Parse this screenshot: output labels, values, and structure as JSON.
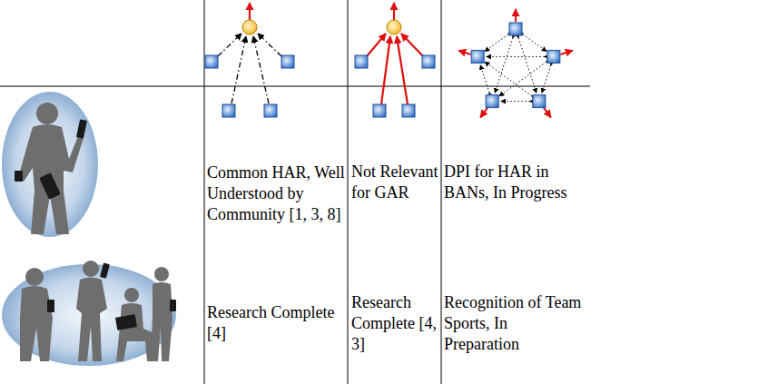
{
  "diagram": {
    "labels": [
      "Common HAR, Well Understood by Community [1, 3, 8]",
      "Not Relevant for GAR",
      "DPI for HAR in BANs, In Progress",
      "Research Complete [4]",
      "Research Complete [4, 3]",
      "Recognition of Team Sports, In Preparation"
    ]
  }
}
